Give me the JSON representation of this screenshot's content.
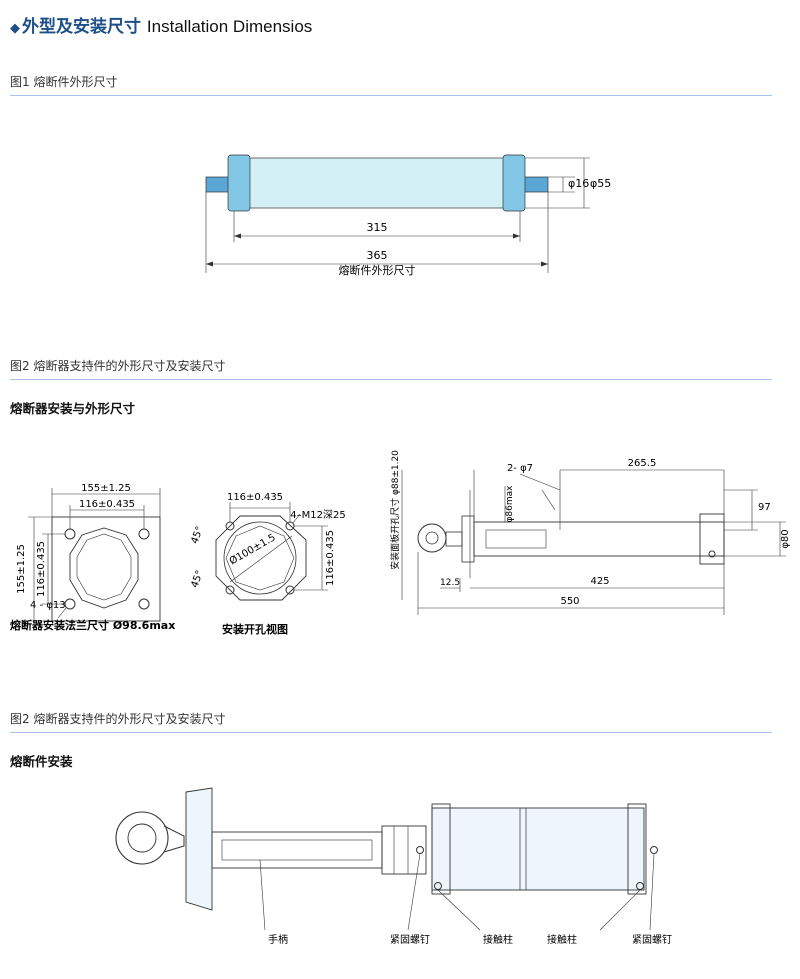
{
  "header": {
    "title_cn": "外型及安装尺寸",
    "title_en": "Installation Dimensios"
  },
  "figure1": {
    "caption": "图1 熔断件外形尺寸",
    "dim_inner_length": "315",
    "dim_total_length": "365",
    "dim_end_dia": "φ16",
    "dim_body_dia": "φ55",
    "drawing_label": "熔断件外形尺寸"
  },
  "figure2": {
    "caption": "图2 熔断器支持件的外形尺寸及安装尺寸",
    "subtitle": "熔断器安装与外形尺寸",
    "flange": {
      "dim_outer_w": "155±1.25",
      "dim_inner_w": "116±0.435",
      "dim_outer_h": "155±1.25",
      "dim_inner_h": "116±0.435",
      "holes": "4 - φ13",
      "caption": "熔断器安装法兰尺寸 Ø98.6max"
    },
    "cutout": {
      "dim_w": "116±0.435",
      "dim_h": "116±0.435",
      "thread": "4–M12深25",
      "angle_top": "45°",
      "angle_bottom": "45°",
      "circle": "Ø100±1.5",
      "caption": "安装开孔视图"
    },
    "side": {
      "panel_label": "安装面板开孔尺寸 φ88±1.20",
      "holes": "2- φ7",
      "dim_265": "265.5",
      "dim_86": "φ86max",
      "dim_97": "97",
      "dim_80": "φ80",
      "dim_12": "12.5",
      "dim_425": "425",
      "dim_550": "550"
    }
  },
  "figure3": {
    "caption": "图2 熔断器支持件的外形尺寸及安装尺寸",
    "subtitle": "熔断件安装",
    "labels": {
      "handle": "手柄",
      "screw_left": "紧固螺钉",
      "contact_left": "接触柱",
      "contact_right": "接触柱",
      "screw_right": "紧固螺钉"
    }
  },
  "colors": {
    "accent": "#1d4f8a",
    "rule": "#a9c4ec",
    "tube": "#d4f0f7",
    "cap": "#82c7e6",
    "line": "#222222"
  }
}
